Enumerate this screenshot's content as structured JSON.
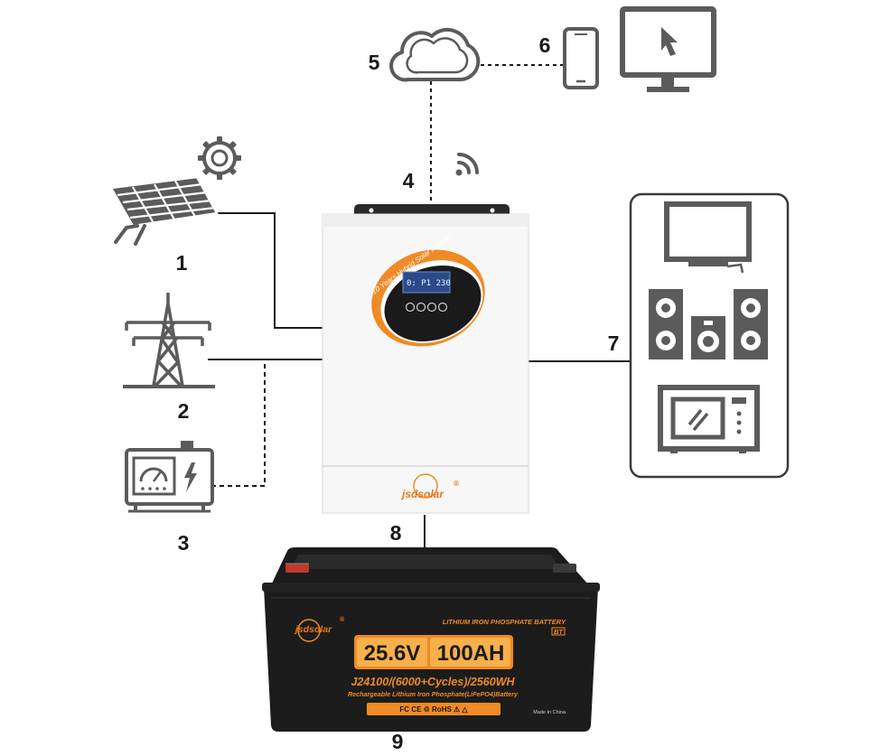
{
  "labels": {
    "solar_panel": "1",
    "power_grid": "2",
    "generator": "3",
    "wifi_module": "4",
    "cloud": "5",
    "smartphone": "6",
    "loads": "7",
    "battery_link": "8",
    "battery": "9"
  },
  "inverter": {
    "title": "10 Years Hybrid Solar Inverter",
    "display_readout": "0: P1 230",
    "brand": "jsdsolar",
    "brand_mark": "®"
  },
  "battery": {
    "brand": "jsdsolar",
    "brand_mark": "®",
    "header": "LITHIUM IRON PHOSPHATE BATTERY",
    "header_badge": "BT",
    "voltage": "25.6V",
    "capacity": "100AH",
    "model_line": "J24100/(6000+Cycles)/2560WH",
    "description": "Rechargeable Lithium Iron Phosphate(LiFePO4)Battery",
    "certifications": "FC CE ♲ RoHS ⚠ △",
    "origin": "Made In China"
  },
  "colors": {
    "accent_orange": "#f08a24",
    "icon_gray": "#5b5b5b",
    "battery_body": "#1c1c1c",
    "inverter_body": "#f7f7f7"
  },
  "icons": [
    "solar-panel-icon",
    "gear-icon",
    "power-tower-icon",
    "generator-icon",
    "wifi-icon",
    "cloud-icon",
    "smartphone-icon",
    "monitor-icon",
    "tv-icon",
    "speaker-icon",
    "microwave-icon"
  ]
}
